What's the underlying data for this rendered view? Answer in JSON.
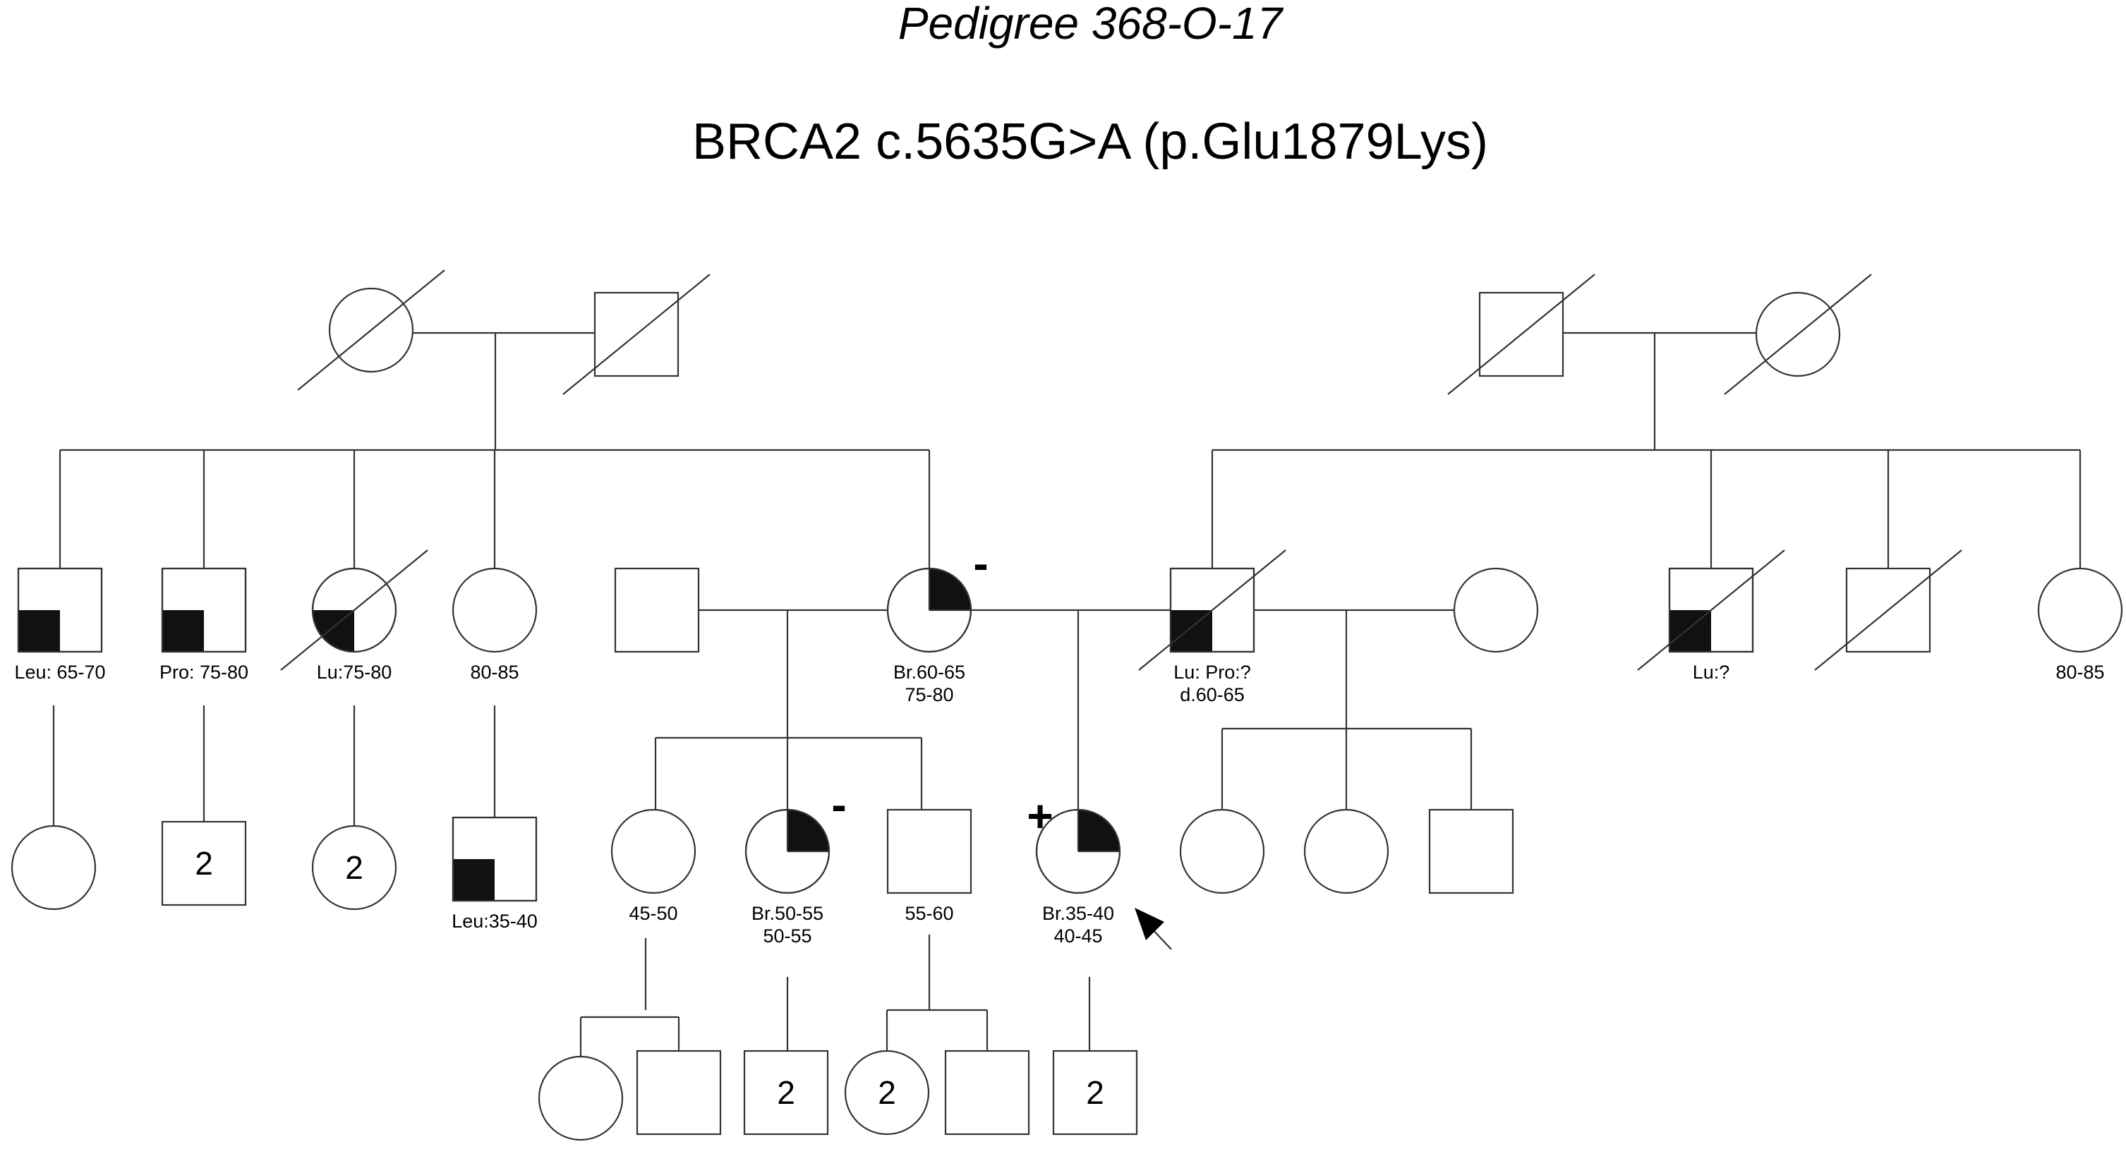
{
  "header": {
    "title": "Pedigree 368-O-17",
    "variant": "BRCA2 c.5635G>A (p.Glu1879Lys)"
  },
  "individuals": [
    {
      "id": "i1",
      "sex": "female",
      "deceased": true
    },
    {
      "id": "i2",
      "sex": "male",
      "deceased": true
    },
    {
      "id": "i3",
      "sex": "male",
      "deceased": true
    },
    {
      "id": "i4",
      "sex": "female",
      "deceased": true
    },
    {
      "id": "ii1",
      "sex": "male",
      "affected": "bottom-left",
      "label1": "Leu: 65-70"
    },
    {
      "id": "ii2",
      "sex": "male",
      "affected": "bottom-left",
      "label1": "Pro: 75-80"
    },
    {
      "id": "ii3",
      "sex": "female",
      "deceased": true,
      "affected": "bottom-left",
      "label1": "Lu:75-80"
    },
    {
      "id": "ii4",
      "sex": "female",
      "label1": "80-85"
    },
    {
      "id": "ii5",
      "sex": "male"
    },
    {
      "id": "ii6",
      "sex": "female",
      "affected": "bottom-right",
      "test": "-",
      "label1": "Br.60-65",
      "label2": "75-80"
    },
    {
      "id": "ii7",
      "sex": "male",
      "deceased": true,
      "affected": "bottom-left",
      "label1": "Lu: Pro:?",
      "label2": "d.60-65"
    },
    {
      "id": "ii8",
      "sex": "female"
    },
    {
      "id": "ii9",
      "sex": "male",
      "deceased": true,
      "affected": "bottom-left",
      "label1": "Lu:?"
    },
    {
      "id": "ii10",
      "sex": "male",
      "deceased": true
    },
    {
      "id": "ii11",
      "sex": "female",
      "label1": "80-85"
    },
    {
      "id": "iii1",
      "sex": "female"
    },
    {
      "id": "iii2",
      "sex": "male",
      "count": "2"
    },
    {
      "id": "iii3",
      "sex": "female",
      "count": "2"
    },
    {
      "id": "iii4",
      "sex": "male",
      "affected": "bottom-left",
      "label1": "Leu:35-40"
    },
    {
      "id": "iii5",
      "sex": "female",
      "label1": "45-50"
    },
    {
      "id": "iii6",
      "sex": "female",
      "affected": "bottom-right",
      "test": "-",
      "label1": "Br.50-55",
      "label2": "50-55"
    },
    {
      "id": "iii7",
      "sex": "male",
      "label1": "55-60"
    },
    {
      "id": "iii8",
      "sex": "female",
      "affected": "bottom-right",
      "test": "+",
      "proband": true,
      "label1": "Br.35-40",
      "label2": "40-45"
    },
    {
      "id": "iii9",
      "sex": "female"
    },
    {
      "id": "iii10",
      "sex": "female"
    },
    {
      "id": "iii11",
      "sex": "male"
    },
    {
      "id": "iv1",
      "sex": "female"
    },
    {
      "id": "iv2",
      "sex": "male"
    },
    {
      "id": "iv3",
      "sex": "male",
      "count": "2"
    },
    {
      "id": "iv4",
      "sex": "female",
      "count": "2"
    },
    {
      "id": "iv5",
      "sex": "male"
    },
    {
      "id": "iv6",
      "sex": "male",
      "count": "2"
    }
  ]
}
